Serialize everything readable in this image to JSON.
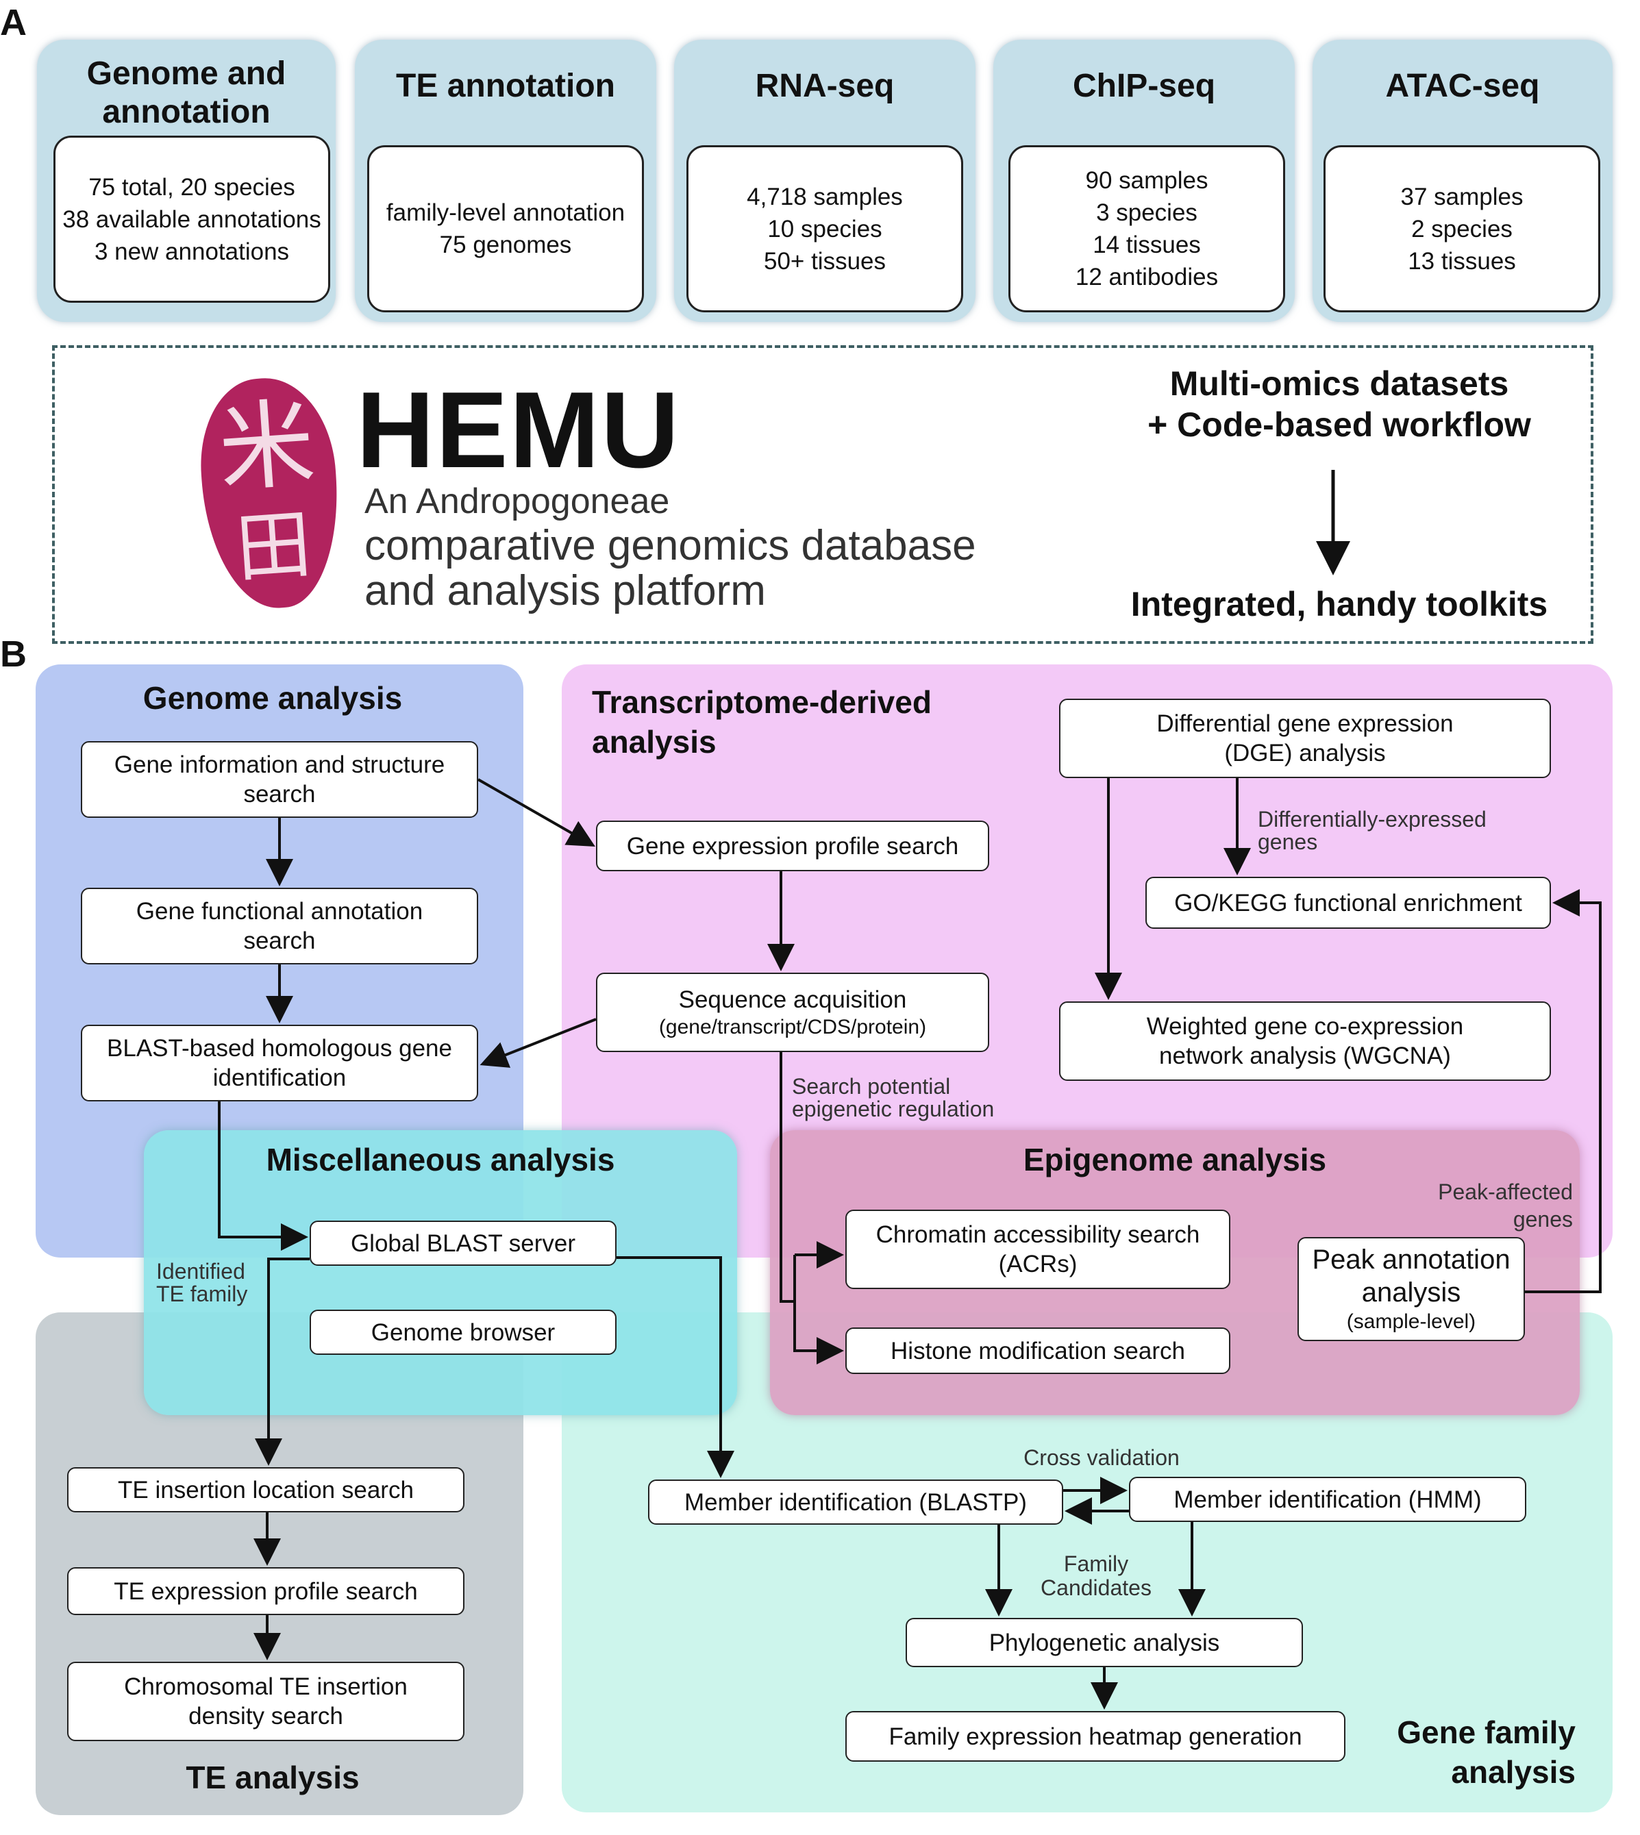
{
  "panel_a": {
    "letter": "A",
    "datasets": [
      {
        "title": "Genome and annotation",
        "lines": [
          "75 total, 20 species",
          "38 available annotations",
          "3 new annotations"
        ]
      },
      {
        "title": "TE annotation",
        "lines": [
          "family-level annotation",
          "75 genomes"
        ]
      },
      {
        "title": "RNA-seq",
        "lines": [
          "4,718 samples",
          "10 species",
          "50+ tissues"
        ]
      },
      {
        "title": "ChIP-seq",
        "lines": [
          "90 samples",
          "3 species",
          "14 tissues",
          "12 antibodies"
        ]
      },
      {
        "title": "ATAC-seq",
        "lines": [
          "37 samples",
          "2 species",
          "13 tissues"
        ]
      }
    ],
    "hemu": {
      "name": "HEMU",
      "subtitle_1": "An Andropogoneae",
      "subtitle_2": "comparative genomics database",
      "subtitle_3": "and analysis platform",
      "right_top_1": "Multi-omics datasets",
      "right_top_2": "+ Code-based workflow",
      "right_bottom": "Integrated, handy toolkits",
      "logo_color": "#b1235e",
      "logo_glyph_top": "米",
      "logo_glyph_bottom": "田"
    }
  },
  "panel_b": {
    "letter": "B",
    "genome_analysis": {
      "title": "Genome analysis",
      "color": "#b7c8f3",
      "nodes": [
        "Gene information and structure search",
        "Gene functional annotation search",
        "BLAST-based homologous gene identification"
      ]
    },
    "transcriptome": {
      "title_1": "Transcriptome-derived",
      "title_2": "analysis",
      "color": "#f3c9f7",
      "gene_expression": "Gene expression profile search",
      "seq_acq": "Sequence acquisition",
      "seq_acq_sub": "(gene/transcript/CDS/protein)",
      "dge_1": "Differential gene expression",
      "dge_2": "(DGE) analysis",
      "goterm": "GO/KEGG functional enrichment",
      "wgcna_1": "Weighted gene co-expression",
      "wgcna_2": "network analysis (WGCNA)",
      "note_deg_1": "Differentially-expressed",
      "note_deg_2": "genes",
      "note_epi_1": "Search potential",
      "note_epi_2": "epigenetic regulation"
    },
    "misc": {
      "title": "Miscellaneous analysis",
      "color": "#96e3e8",
      "global_blast": "Global BLAST server",
      "genome_browser": "Genome browser",
      "note_te_1": "Identified",
      "note_te_2": "TE family"
    },
    "epigenome": {
      "title": "Epigenome analysis",
      "color": "#dca3c4",
      "chromatin_1": "Chromatin accessibility search",
      "chromatin_2": "(ACRs)",
      "histone": "Histone modification search",
      "peak_1": "Peak annotation",
      "peak_2": "analysis",
      "peak_3": "(sample-level)",
      "note_peak_1": "Peak-affected",
      "note_peak_2": "genes"
    },
    "te_analysis": {
      "title": "TE analysis",
      "color": "#c8cfd3",
      "nodes": [
        "TE insertion location search",
        "TE expression profile search",
        "Chromosomal TE insertion",
        "density search"
      ]
    },
    "gene_family": {
      "title_1": "Gene family",
      "title_2": "analysis",
      "color": "#cdf5ec",
      "blastp": "Member identification (BLASTP)",
      "hmm": "Member identification (HMM)",
      "cross": "Cross validation",
      "family_1": "Family",
      "family_2": "Candidates",
      "phylo": "Phylogenetic analysis",
      "heatmap": "Family expression heatmap generation"
    }
  }
}
